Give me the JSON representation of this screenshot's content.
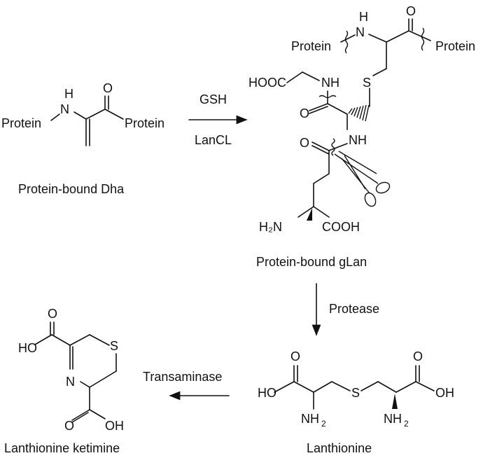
{
  "scheme": {
    "labels": {
      "dha": "Protein-bound Dha",
      "glan": "Protein-bound gLan",
      "lanthionine": "Lanthionine",
      "ketimine": "Lanthionine ketimine"
    },
    "arrows": {
      "step1_top": "GSH",
      "step1_bottom": "LanCL",
      "step2": "Protease",
      "step3": "Transaminase"
    },
    "atoms": {
      "protein": "Protein",
      "nh_n": "N",
      "nh_h": "H",
      "nh": "NH",
      "o": "O",
      "s": "S",
      "n": "N",
      "hooc": "HOOC",
      "cooh": "COOH",
      "ho": "HO",
      "oh": "OH",
      "h2n": "H₂N",
      "nh2_n": "NH",
      "two": "2"
    }
  }
}
